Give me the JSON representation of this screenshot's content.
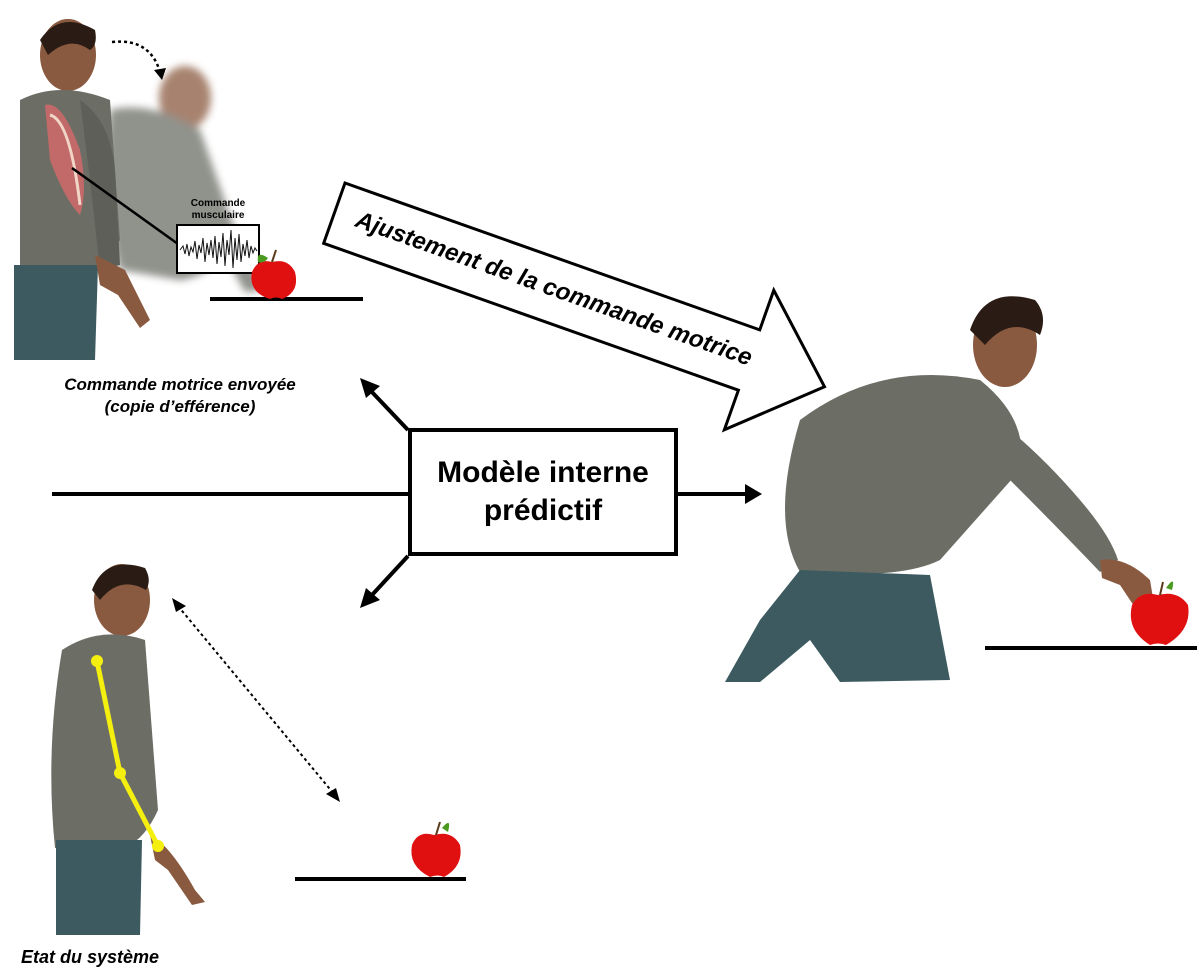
{
  "labels": {
    "muscle_command_line1": "Commande",
    "muscle_command_line2": "musculaire",
    "motor_command_line1": "Commande motrice envoyée",
    "motor_command_line2": "(copie d’efférence)",
    "adjustment": "Ajustement de la commande motrice",
    "model_line1": "Modèle interne",
    "model_line2": "prédictif",
    "system_state": "Etat du système"
  },
  "colors": {
    "shirt": "#6c6e66",
    "jeans": "#3c5a60",
    "skin": "#8a5a40",
    "hair": "#2a1c14",
    "apple": "#e01010",
    "leaf": "#4a9a20",
    "skeleton": "#f5ef10",
    "muscle": "#d06a6a"
  }
}
